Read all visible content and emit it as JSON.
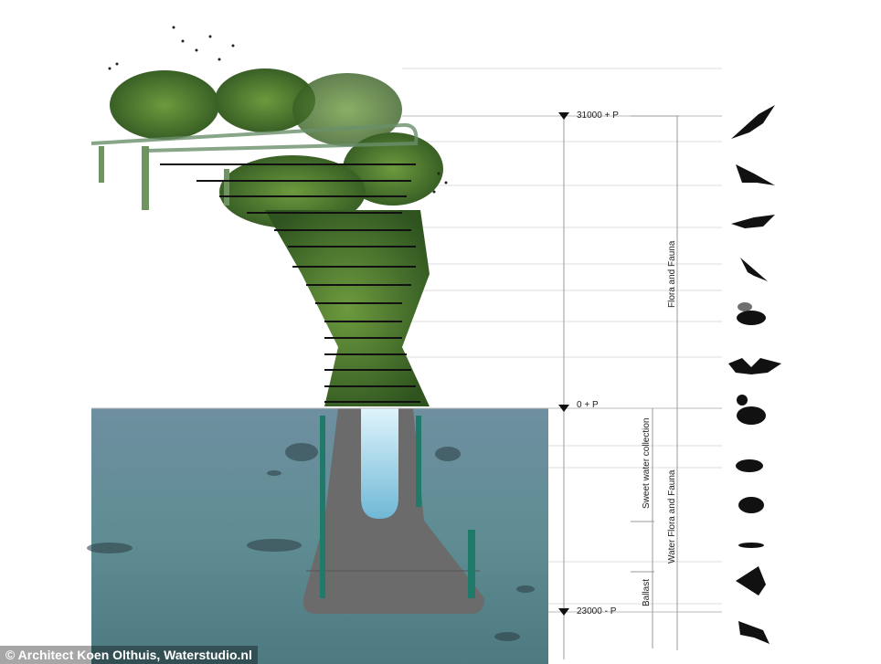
{
  "levels": {
    "top": "31000 + P",
    "waterline": "0 + P",
    "bottom": "23000 - P"
  },
  "zones": {
    "flora_fauna": "Flora and Fauna",
    "water_flora_fauna": "Water Flora and Fauna",
    "sweet_water": "Sweet water collection",
    "ballast": "Ballast"
  },
  "fauna_icons": [
    "eagle-icon",
    "pelican-icon",
    "hawk-icon",
    "swallow-icon",
    "bee-icon",
    "bat-icon",
    "duck-icon",
    "fish-icon",
    "grouper-icon",
    "small-fish-icon",
    "angelfish-icon",
    "pike-icon"
  ],
  "credit": "© Architect Koen Olthuis, Waterstudio.nl",
  "colors": {
    "water": "#5f8a92",
    "hull": "#6b6b6b",
    "capsule": "#a9dcee",
    "foliage": "#4f7a2e"
  }
}
